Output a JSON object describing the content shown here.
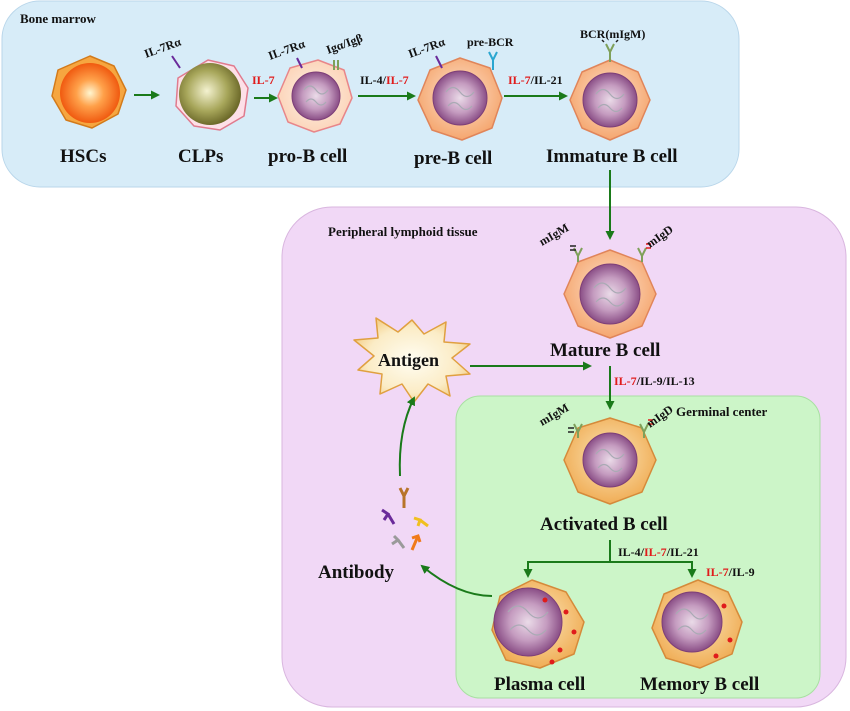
{
  "regions": {
    "bone_marrow": "Bone marrow",
    "peripheral": "Peripheral lymphoid tissue",
    "germinal": "Germinal center"
  },
  "cells": {
    "hscs": "HSCs",
    "clps": "CLPs",
    "pro_b": "pro-B cell",
    "pre_b": "pre-B cell",
    "immature": "Immature B cell",
    "mature": "Mature B cell",
    "activated": "Activated B cell",
    "plasma": "Plasma cell",
    "memory": "Memory B cell"
  },
  "receptors": {
    "il7ra": "IL-7Rα",
    "igab": "Igα/Igβ",
    "pre_bcr": "pre-BCR",
    "bcr": "BCR(mIgM)",
    "migm": "mIgM",
    "migd": "mIgD"
  },
  "cytokines": {
    "il7": "IL-7",
    "il4": "IL-4/",
    "slash": "/",
    "il21": "/IL-21",
    "il9_il13": "/IL-9/IL-13",
    "il9": "/IL-9",
    "il4b": "IL-4/",
    "il21b": "/IL-21"
  },
  "others": {
    "antigen": "Antigen",
    "antibody": "Antibody"
  },
  "colors": {
    "bone_marrow_bg": "#d7ecf8",
    "peripheral_bg": "#f1d8f6",
    "germinal_bg": "#ccf5c8",
    "arrow": "#1a7a1a",
    "red_text": "#e01b1b"
  }
}
